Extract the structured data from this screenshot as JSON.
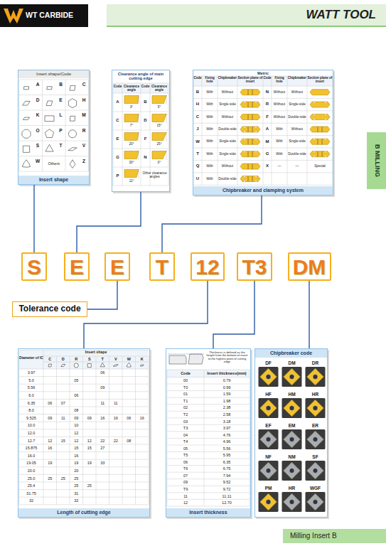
{
  "diagram": {
    "nodes": [
      {
        "text": [
          "WATT TOOL"
        ]
      },
      {
        "text": [
          "Insert shape/Code",
          "Insert shape"
        ]
      },
      {
        "text": [
          "Clearance angle of main cutting edge"
        ]
      },
      {
        "text": [
          "Metric",
          "Chipbreaker and clamping system"
        ]
      },
      {
        "text": [
          "B MILLING"
        ]
      },
      {
        "text": [
          "S"
        ]
      },
      {
        "text": [
          "E"
        ]
      },
      {
        "text": [
          "E"
        ]
      },
      {
        "text": [
          "T"
        ]
      },
      {
        "text": [
          "12"
        ]
      },
      {
        "text": [
          "T3"
        ]
      },
      {
        "text": [
          "DM"
        ]
      },
      {
        "text": [
          "Tolerance code"
        ]
      },
      {
        "text": [
          "Length of cutting edge"
        ]
      },
      {
        "text": [
          "Insert thickness"
        ]
      },
      {
        "text": [
          "Chipbreaker code"
        ]
      },
      {
        "text": [
          "Milling Insert B"
        ]
      }
    ],
    "edges": [
      {
        "from": 1,
        "to": 5,
        "arrow": "none"
      },
      {
        "from": 2,
        "to": 6,
        "arrow": "none"
      },
      {
        "from": 3,
        "to": 8,
        "arrow": "none"
      },
      {
        "from": 7,
        "to": 12,
        "arrow": "none"
      },
      {
        "from": 9,
        "to": 13,
        "arrow": "none"
      },
      {
        "from": 10,
        "to": 14,
        "arrow": "none"
      },
      {
        "from": 11,
        "to": 15,
        "arrow": "none"
      }
    ],
    "labels": [
      "WT CARBIDE",
      "A",
      "B",
      "C",
      "D",
      "E",
      "H",
      "K",
      "L",
      "M",
      "O",
      "P",
      "R",
      "S",
      "T",
      "V",
      "W",
      "Others",
      "Z",
      "Code",
      "Clearance angle",
      "Code",
      "Clearance angle",
      "A",
      "3°",
      "B",
      "5°",
      "C",
      "7°",
      "D",
      "15°",
      "E",
      "20°",
      "F",
      "25°",
      "G",
      "30°",
      "N",
      "0°",
      "P",
      "11°",
      "Other clearance angles",
      "Code",
      "Fixing hole",
      "Chipbreaker",
      "Section plane of insert",
      "Code",
      "Fixing hole",
      "Chipbreaker",
      "Section plane of insert",
      "B",
      "With",
      "Without",
      "N",
      "Without",
      "Without",
      "H",
      "With",
      "Single-side",
      "R",
      "Without",
      "Single-side",
      "C",
      "With",
      "Without",
      "F",
      "Without",
      "Double-side",
      "J",
      "With",
      "Double-side",
      "A",
      "With",
      "Without",
      "W",
      "With",
      "Single-side",
      "M",
      "With",
      "Single-side",
      "T",
      "With",
      "Single-side",
      "G",
      "With",
      "Double-side",
      "Q",
      "With",
      "Without",
      "X",
      "—",
      "—",
      "Special",
      "U",
      "With",
      "Double-side",
      "Insert shape",
      "Diameter of IC",
      "C",
      "D",
      "R",
      "S",
      "T",
      "V",
      "W",
      "K",
      "3.97",
      "06",
      "5.0",
      "05",
      "5.56",
      "09",
      "6.0",
      "06",
      "6.35",
      "06",
      "07",
      "11",
      "11",
      "8.0",
      "08",
      "9.525",
      "09",
      "11",
      "09",
      "09",
      "16",
      "16",
      "06",
      "16",
      "10.0",
      "10",
      "12.0",
      "12",
      "12.7",
      "12",
      "15",
      "12",
      "12",
      "22",
      "22",
      "08",
      "15.875",
      "16",
      "15",
      "15",
      "27",
      "16.0",
      "16",
      "19.05",
      "19",
      "19",
      "19",
      "33",
      "20.0",
      "20",
      "25.0",
      "25",
      "25",
      "25",
      "25.4",
      "25",
      "25",
      "31.75",
      "31",
      "32",
      "32",
      "Thickness is defined as the height from the bottom of insert to the highest point of cutting edge",
      "Code",
      "Insert thickness(mm)",
      "00",
      "0.79",
      "T0",
      "0.99",
      "01",
      "1.59",
      "T1",
      "1.98",
      "02",
      "2.38",
      "T2",
      "2.58",
      "03",
      "3.18",
      "T3",
      "3.97",
      "04",
      "4.76",
      "T4",
      "4.96",
      "05",
      "5.56",
      "T5",
      "5.95",
      "06",
      "6.35",
      "T6",
      "6.75",
      "07",
      "7.94",
      "09",
      "9.52",
      "T9",
      "9.72",
      "11",
      "11.11",
      "12",
      "12.70",
      "DF",
      "DM",
      "DR",
      "HF",
      "HM",
      "HR",
      "EF",
      "EM",
      "ER",
      "NF",
      "NM",
      "SF",
      "PM",
      "HR",
      "WGF"
    ]
  }
}
